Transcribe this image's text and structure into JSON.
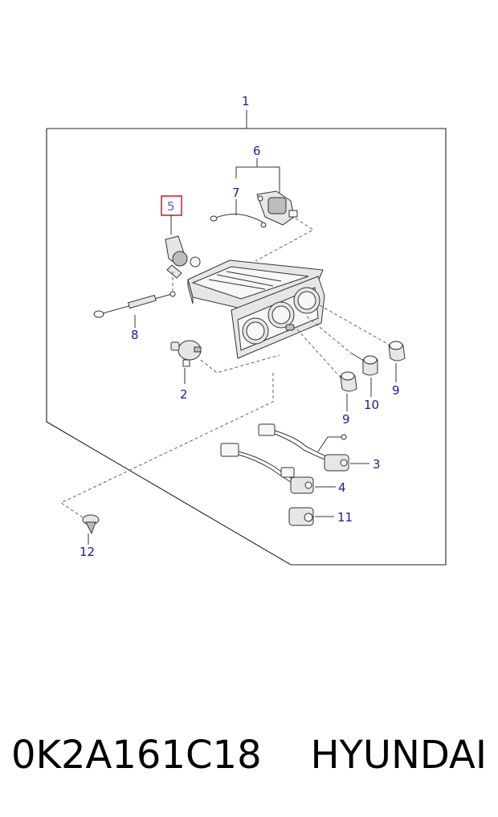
{
  "diagram": {
    "callouts": [
      {
        "id": "1",
        "label": "1"
      },
      {
        "id": "2",
        "label": "2"
      },
      {
        "id": "3",
        "label": "3"
      },
      {
        "id": "4",
        "label": "4"
      },
      {
        "id": "5",
        "label": "5",
        "highlighted": true
      },
      {
        "id": "6",
        "label": "6"
      },
      {
        "id": "7",
        "label": "7"
      },
      {
        "id": "8",
        "label": "8"
      },
      {
        "id": "9a",
        "label": "9"
      },
      {
        "id": "9b",
        "label": "9"
      },
      {
        "id": "10",
        "label": "10"
      },
      {
        "id": "11",
        "label": "11"
      },
      {
        "id": "12",
        "label": "12"
      }
    ],
    "highlight_color": "#e0202a",
    "callout_color": "#1a1aa8"
  },
  "footer": {
    "part_number": "0K2A161C18",
    "brand": "HYUNDAI"
  }
}
